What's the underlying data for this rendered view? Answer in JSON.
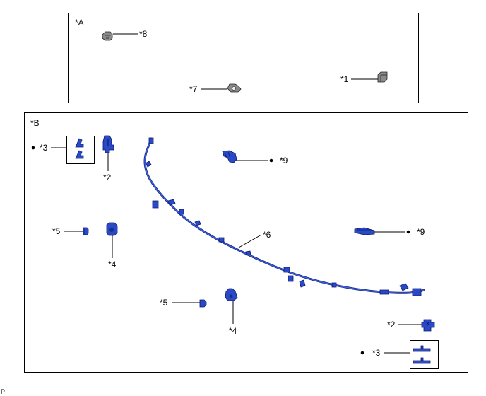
{
  "group_a": {
    "title": "*A"
  },
  "group_b": {
    "title": "*B"
  },
  "callouts": {
    "c1": "*1",
    "c2_top": "*2",
    "c2_right": "*2",
    "c3_top": "*3",
    "c3_bottom": "*3",
    "c4_left": "*4",
    "c4_center": "*4",
    "c5_left": "*5",
    "c5_center": "*5",
    "c6": "*6",
    "c7": "*7",
    "c8": "*8",
    "c9_top": "*9",
    "c9_right": "*9"
  },
  "footer_code": "P",
  "colors": {
    "part_blue": "#2a49c9",
    "part_gray": "#8a8a8a",
    "outline": "#000000"
  },
  "icon_semantics": [
    "bullet-dot-icon"
  ]
}
